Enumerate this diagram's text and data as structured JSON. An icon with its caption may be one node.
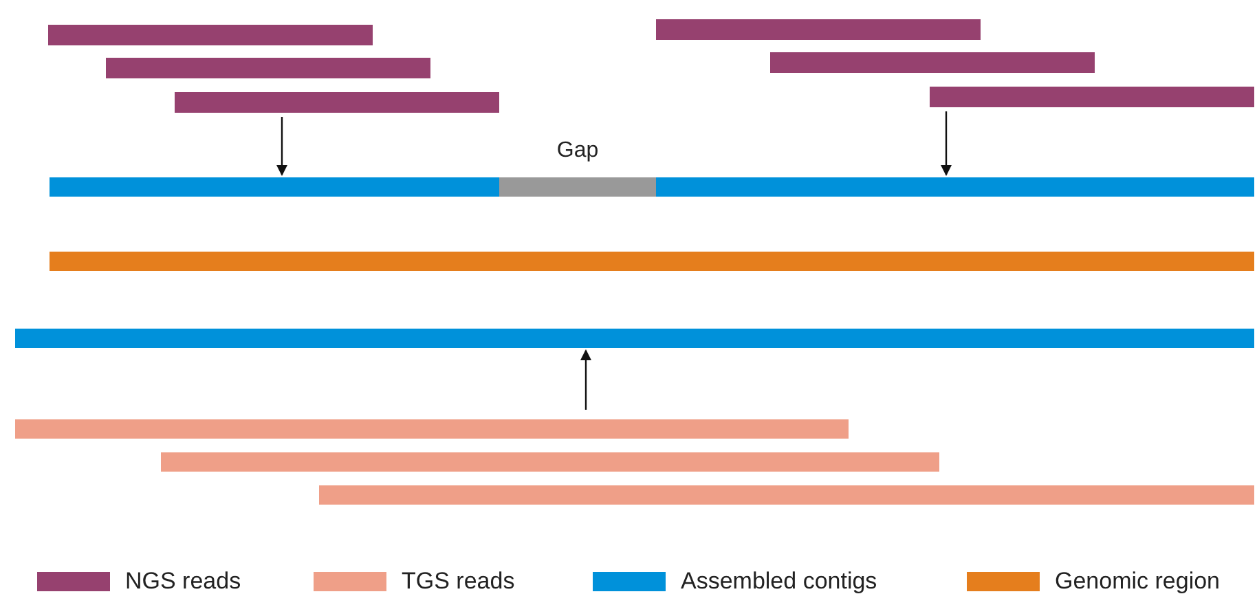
{
  "diagram": {
    "nodes": [
      {
        "text": [],
        "shape": "bar"
      },
      {
        "text": [],
        "shape": "bar"
      },
      {
        "text": [],
        "shape": "bar"
      },
      {
        "text": [],
        "shape": "bar"
      },
      {
        "text": [],
        "shape": "bar"
      },
      {
        "text": [],
        "shape": "bar"
      },
      {
        "text": [],
        "shape": "bar"
      },
      {
        "text": [
          "Gap"
        ]
      },
      {
        "text": [],
        "shape": "bar"
      },
      {
        "text": [],
        "shape": "bar"
      },
      {
        "text": [],
        "shape": "bar"
      },
      {
        "text": [],
        "shape": "bar"
      },
      {
        "text": [],
        "shape": "bar"
      },
      {
        "text": [],
        "shape": "bar"
      }
    ],
    "edges": [
      {
        "from": 2,
        "to": 6,
        "arrow": "to"
      },
      {
        "from": 5,
        "to": 8,
        "arrow": "to"
      },
      {
        "from": 11,
        "to": 10,
        "arrow": "to"
      }
    ],
    "legend": [
      {
        "text": "NGS reads",
        "color": "#96416f"
      },
      {
        "text": "TGS reads",
        "color": "#ef9f88"
      },
      {
        "text": "Assembled contigs",
        "color": "#0091da"
      },
      {
        "text": "Genomic region",
        "color": "#e57e1d"
      }
    ]
  }
}
